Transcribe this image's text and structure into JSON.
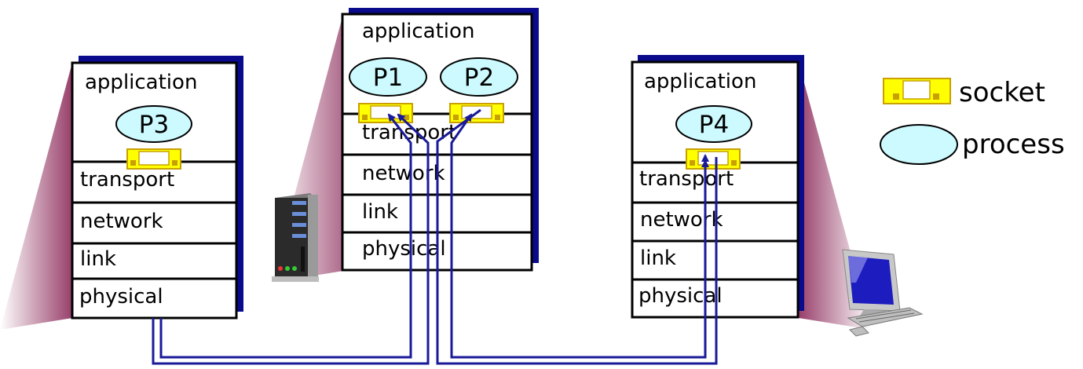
{
  "hosts": {
    "left": {
      "layers": [
        "application",
        "transport",
        "network",
        "link",
        "physical"
      ],
      "process": "P3"
    },
    "middle": {
      "layers": [
        "application",
        "transport",
        "network",
        "link",
        "physical"
      ],
      "processes": [
        "P1",
        "P2"
      ]
    },
    "right": {
      "layers": [
        "application",
        "transport",
        "network",
        "link",
        "physical"
      ],
      "process": "P4"
    }
  },
  "legend": {
    "socket": "socket",
    "process": "process"
  },
  "colors": {
    "frame": "#000000",
    "shadow": "#0a0a8c",
    "process_fill": "#ccfaff",
    "socket_fill": "#ffff00",
    "socket_border": "#c8a000",
    "link_line": "#1a1a99"
  },
  "icons": {
    "server": "server-icon",
    "computer": "desktop-computer-icon"
  }
}
